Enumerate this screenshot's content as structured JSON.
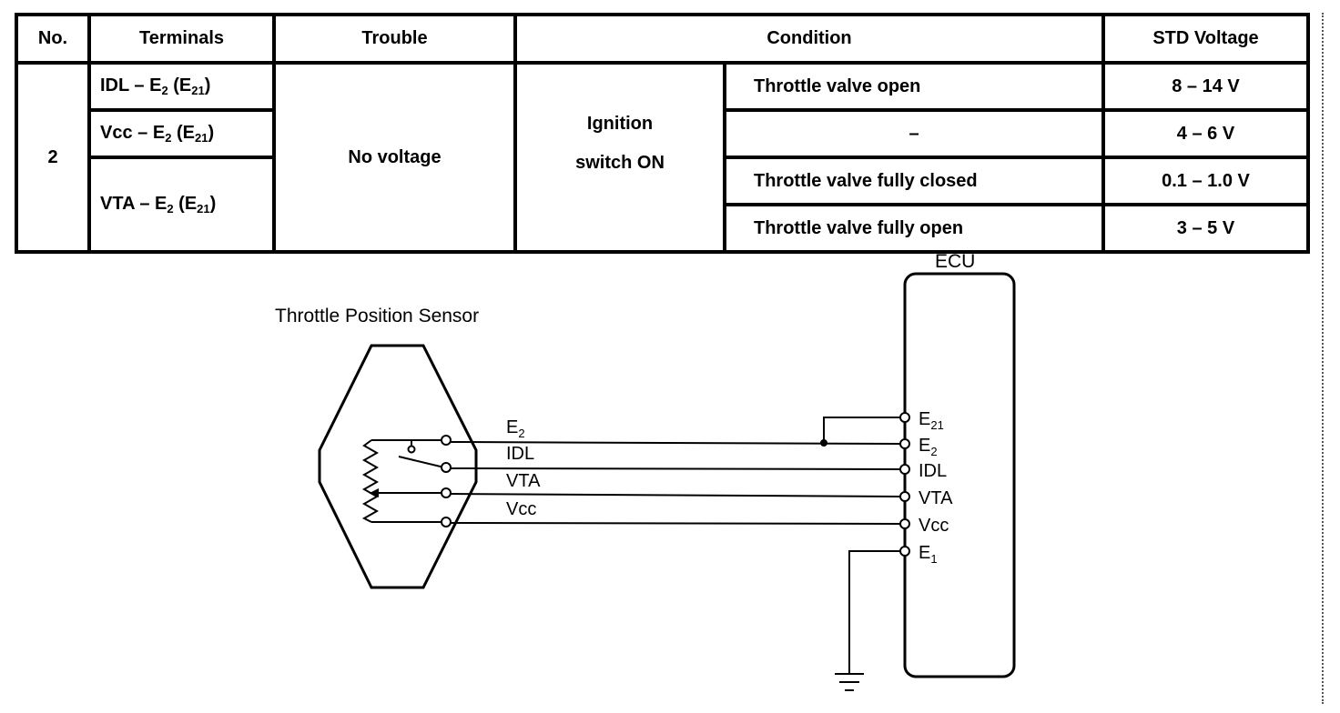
{
  "table": {
    "headers": {
      "no": "No.",
      "terminals": "Terminals",
      "trouble": "Trouble",
      "condition": "Condition",
      "std_voltage": "STD Voltage"
    },
    "no": "2",
    "trouble": "No voltage",
    "condition_line1": "Ignition",
    "condition_line2": "switch ON",
    "terminals": [
      {
        "a": "IDL",
        "b": "E",
        "b_sub": "2",
        "c": "E",
        "c_sub": "21"
      },
      {
        "a": "Vcc",
        "b": "E",
        "b_sub": "2",
        "c": "E",
        "c_sub": "21"
      },
      {
        "a": "VTA",
        "b": "E",
        "b_sub": "2",
        "c": "E",
        "c_sub": "21"
      }
    ],
    "rows": [
      {
        "condition": "Throttle valve open",
        "voltage": "8 – 14 V"
      },
      {
        "condition": "–",
        "voltage": "4 – 6 V"
      },
      {
        "condition": "Throttle valve fully closed",
        "voltage": "0.1 – 1.0 V"
      },
      {
        "condition": "Throttle valve fully open",
        "voltage": "3 – 5 V"
      }
    ]
  },
  "diagram": {
    "sensor_label": "Throttle Position Sensor",
    "ecu_label": "ECU",
    "wire_labels": {
      "e2": {
        "base": "E",
        "sub": "2"
      },
      "idl": "IDL",
      "vta": "VTA",
      "vcc": "Vcc"
    },
    "ecu_pins": {
      "e21": {
        "base": "E",
        "sub": "21"
      },
      "e2": {
        "base": "E",
        "sub": "2"
      },
      "idl": "IDL",
      "vta": "VTA",
      "vcc": "Vcc",
      "e1": {
        "base": "E",
        "sub": "1"
      }
    }
  }
}
